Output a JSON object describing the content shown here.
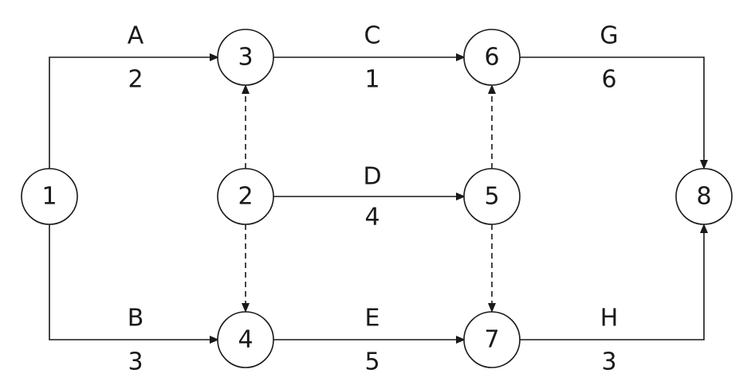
{
  "nodes": [
    {
      "id": "1",
      "label": "1"
    },
    {
      "id": "2",
      "label": "2"
    },
    {
      "id": "3",
      "label": "3"
    },
    {
      "id": "4",
      "label": "4"
    },
    {
      "id": "5",
      "label": "5"
    },
    {
      "id": "6",
      "label": "6"
    },
    {
      "id": "7",
      "label": "7"
    },
    {
      "id": "8",
      "label": "8"
    }
  ],
  "activities": [
    {
      "name": "A",
      "duration": "2",
      "from": "1",
      "to": "3"
    },
    {
      "name": "B",
      "duration": "3",
      "from": "1",
      "to": "4"
    },
    {
      "name": "C",
      "duration": "1",
      "from": "3",
      "to": "6"
    },
    {
      "name": "D",
      "duration": "4",
      "from": "2",
      "to": "5"
    },
    {
      "name": "E",
      "duration": "5",
      "from": "4",
      "to": "7"
    },
    {
      "name": "G",
      "duration": "6",
      "from": "6",
      "to": "8"
    },
    {
      "name": "H",
      "duration": "3",
      "from": "7",
      "to": "8"
    }
  ],
  "dummies": [
    {
      "from": "2",
      "to": "3"
    },
    {
      "from": "2",
      "to": "4"
    },
    {
      "from": "5",
      "to": "6"
    },
    {
      "from": "5",
      "to": "7"
    }
  ],
  "colors": {
    "stroke": "#1a1a1a",
    "background": "#ffffff"
  }
}
